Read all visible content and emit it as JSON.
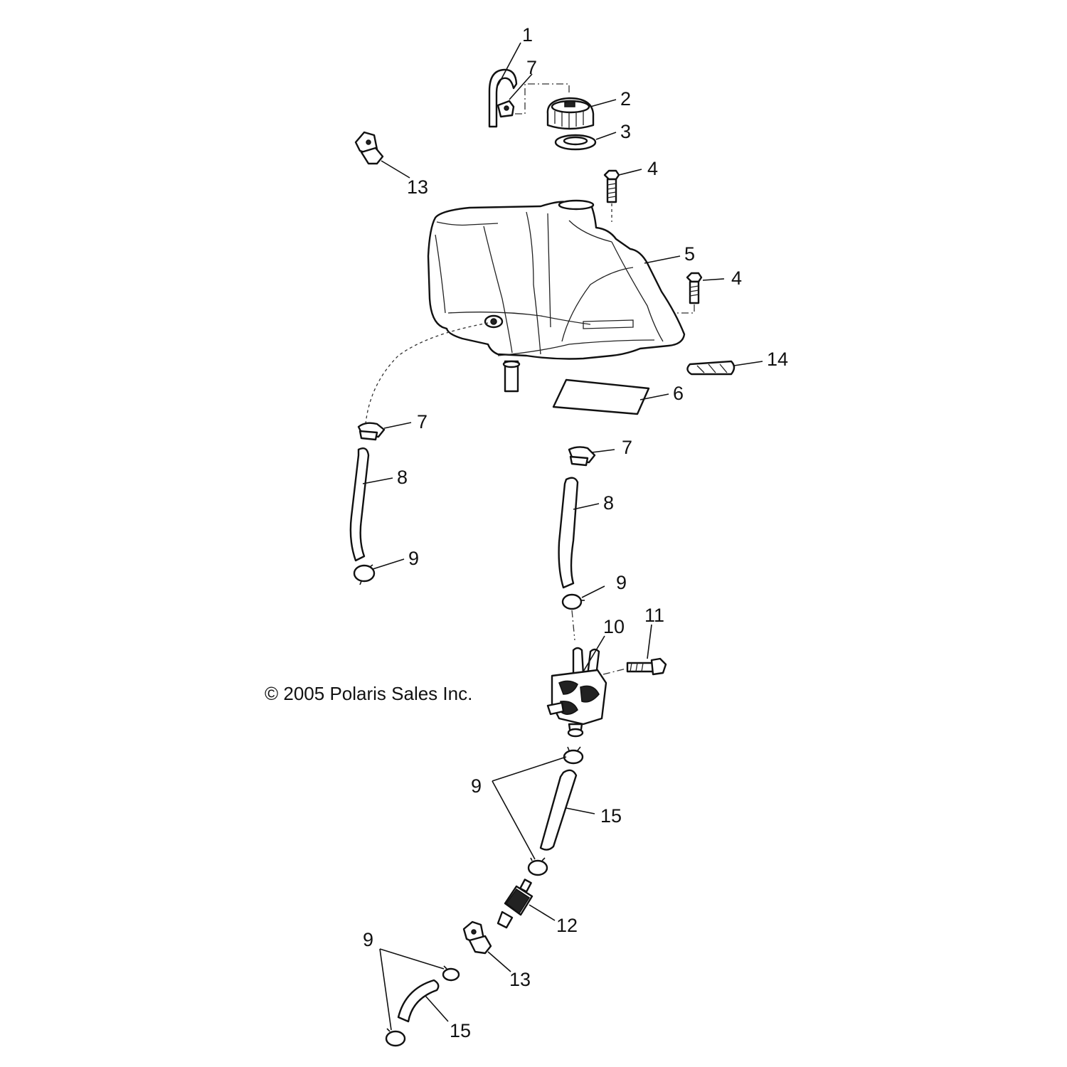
{
  "diagram": {
    "copyright": "© 2005 Polaris Sales Inc.",
    "callouts": [
      {
        "id": "c1",
        "label": "1"
      },
      {
        "id": "c2",
        "label": "2"
      },
      {
        "id": "c3",
        "label": "3"
      },
      {
        "id": "c4a",
        "label": "4"
      },
      {
        "id": "c4b",
        "label": "4"
      },
      {
        "id": "c5",
        "label": "5"
      },
      {
        "id": "c6",
        "label": "6"
      },
      {
        "id": "c7a",
        "label": "7"
      },
      {
        "id": "c7b",
        "label": "7"
      },
      {
        "id": "c7c",
        "label": "7"
      },
      {
        "id": "c8a",
        "label": "8"
      },
      {
        "id": "c8b",
        "label": "8"
      },
      {
        "id": "c9a",
        "label": "9"
      },
      {
        "id": "c9b",
        "label": "9"
      },
      {
        "id": "c9c",
        "label": "9"
      },
      {
        "id": "c9d",
        "label": "9"
      },
      {
        "id": "c10",
        "label": "10"
      },
      {
        "id": "c11",
        "label": "11"
      },
      {
        "id": "c12",
        "label": "12"
      },
      {
        "id": "c13a",
        "label": "13"
      },
      {
        "id": "c13b",
        "label": "13"
      },
      {
        "id": "c14",
        "label": "14"
      },
      {
        "id": "c15a",
        "label": "15"
      },
      {
        "id": "c15b",
        "label": "15"
      }
    ]
  }
}
